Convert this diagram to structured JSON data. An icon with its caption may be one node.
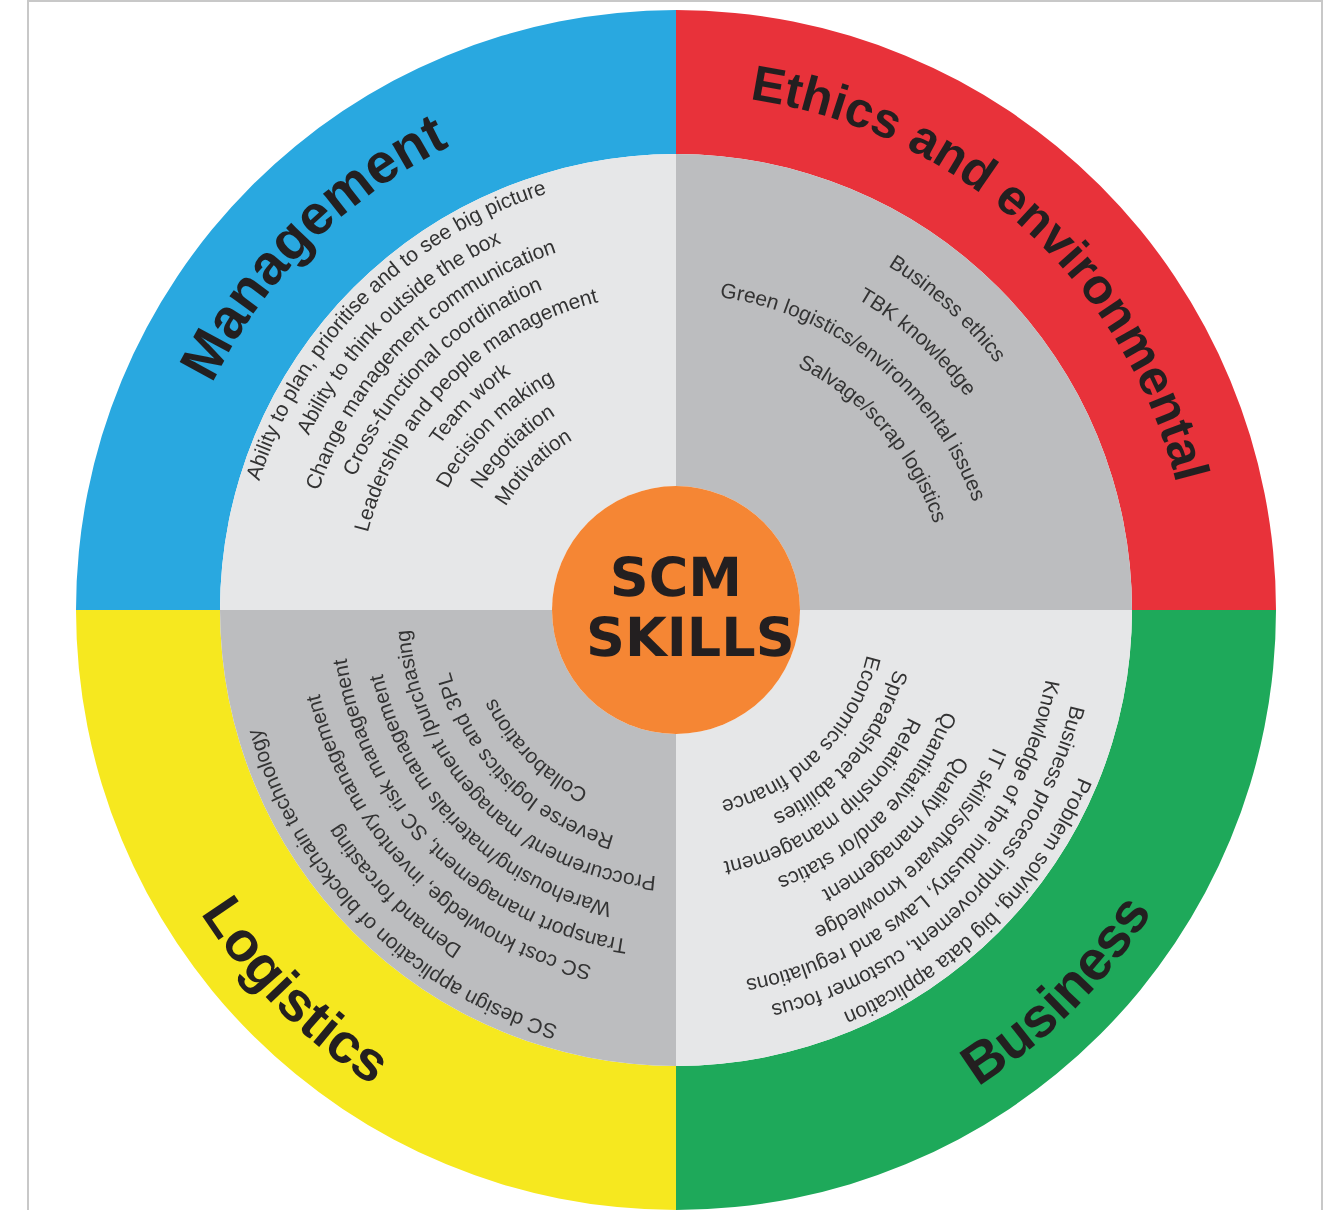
{
  "diagram": {
    "nodes": [
      {
        "text": [
          "Management",
          "Ability to plan, prioritise and to see big picture",
          "Ability to think outside the box",
          "Change management communication",
          "Cross-functional coordination",
          "Leadership and people management",
          "Team work",
          "Decision making",
          "Negotiation",
          "Motivation"
        ]
      },
      {
        "text": [
          "Ethics and environmental",
          "Business ethics",
          "TBK knowledge",
          "Green logistics/environmental issues",
          "Salvage/scrap logistics"
        ]
      },
      {
        "text": [
          "Logistics",
          "SC design application of blockchain technology",
          "Demand forcasting",
          "SC cost knowledge, inventory management",
          "Transport management, SC risk management",
          "Warehousing/materials management",
          "Proccurement/ management /purchasing",
          "Reverse logistics and 3PL",
          "Collaborations"
        ]
      },
      {
        "text": [
          "Business",
          "Problem solving, big data application",
          "Business process improvement, customer focus",
          "Knowledge of the industry, Laws and regulations",
          "IT skills/software knowledge",
          "Quality management",
          "Quantitative and/or statics",
          "Relationship management",
          "Spreadsheet abilities",
          "Economics and finance"
        ]
      },
      {
        "text": [
          "SCM SKILLS"
        ]
      }
    ]
  }
}
